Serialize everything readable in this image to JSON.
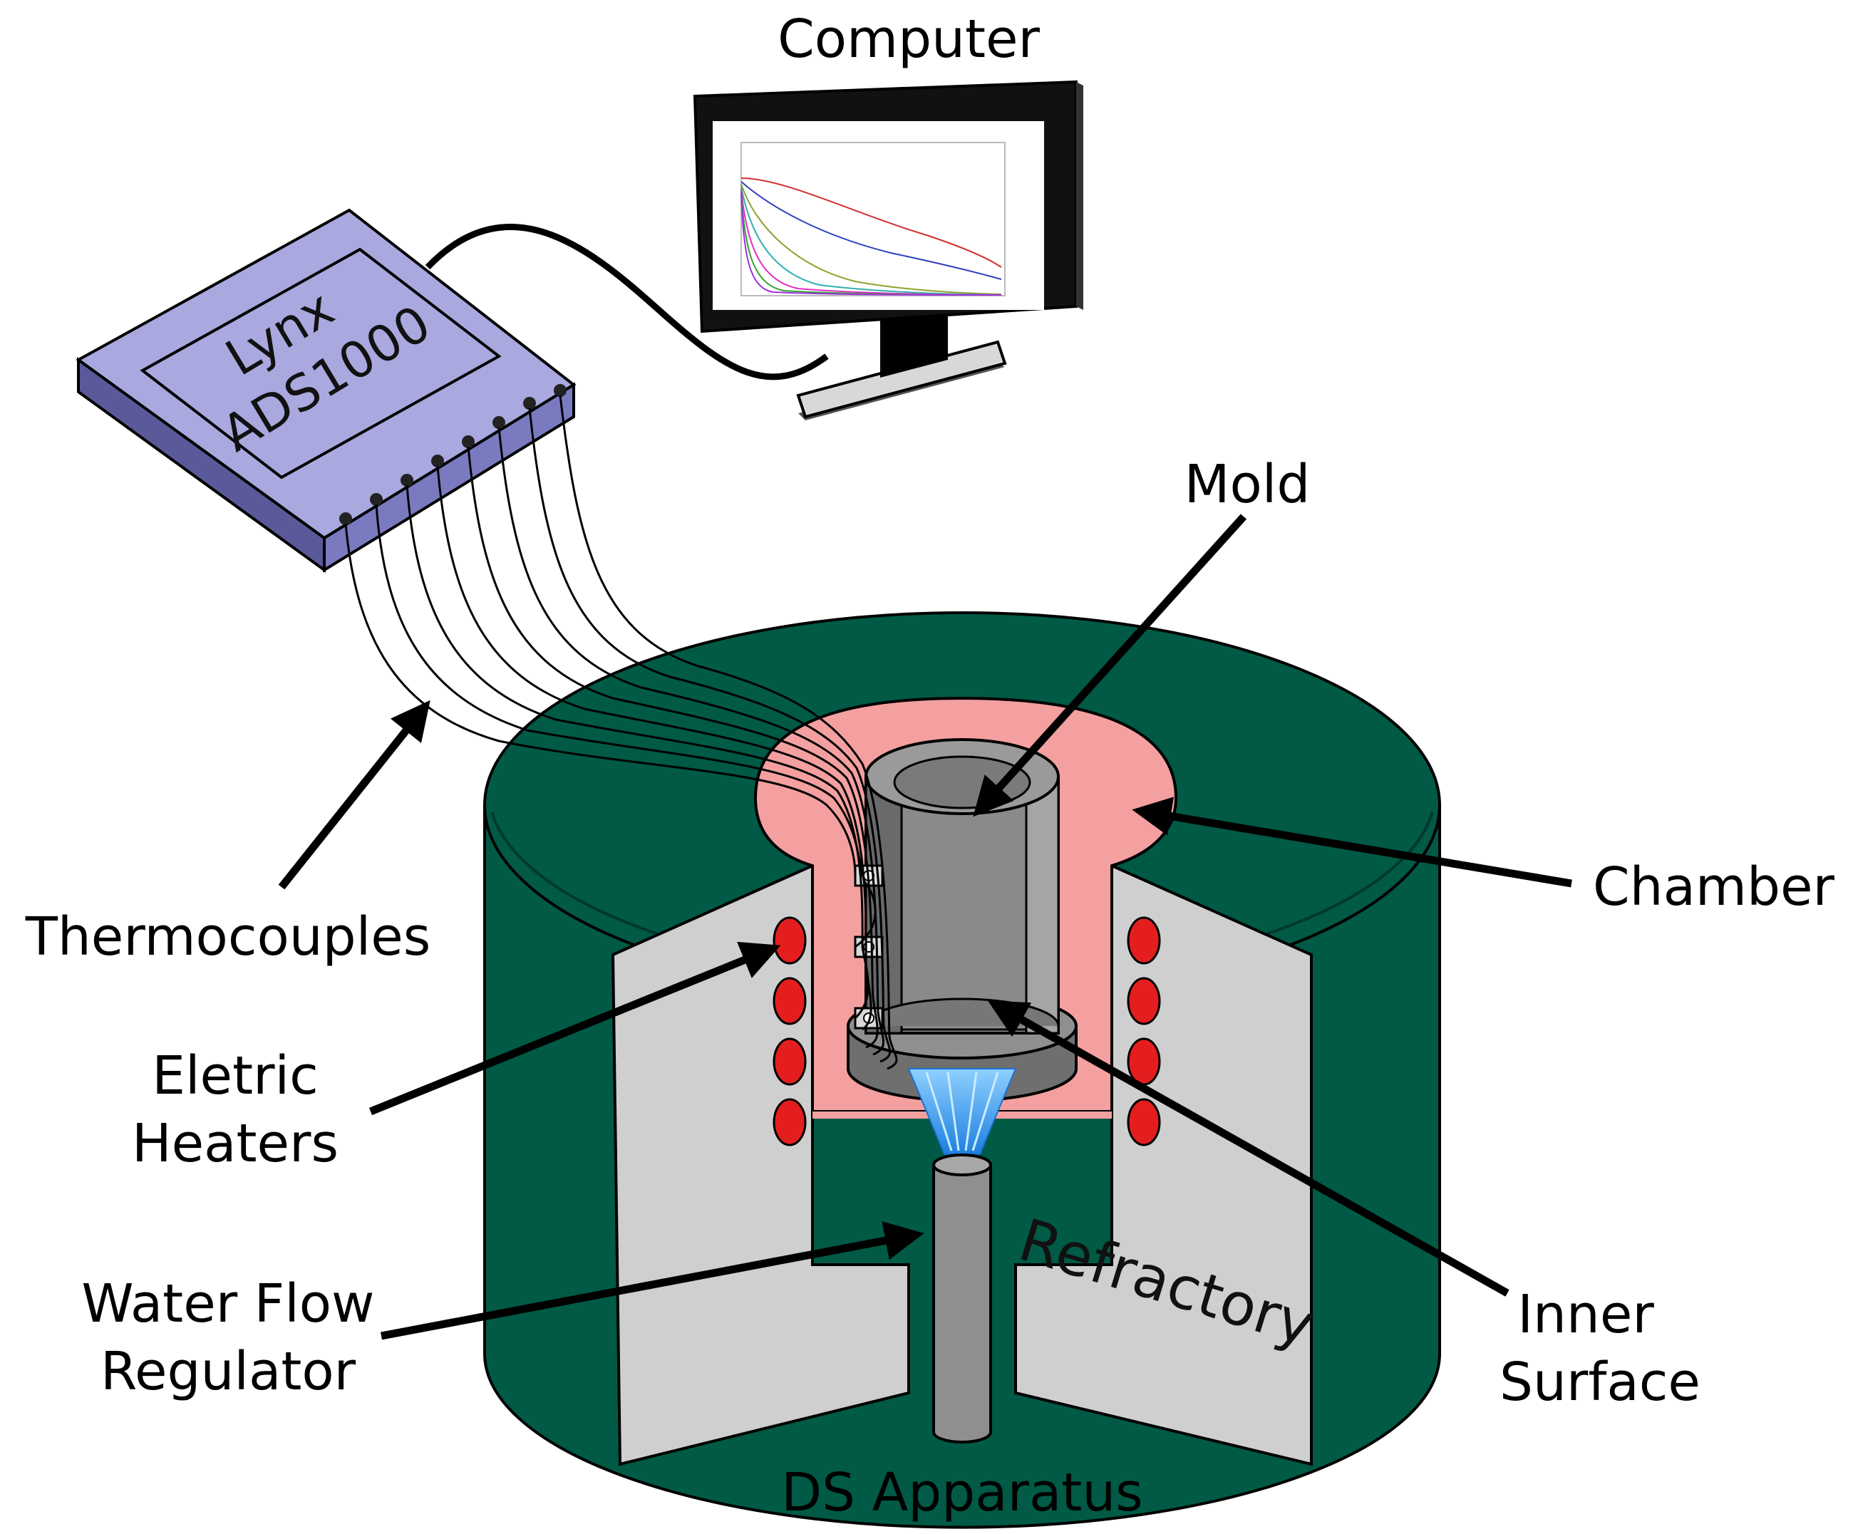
{
  "labels": {
    "computer": "Computer",
    "mold": "Mold",
    "chamber": "Chamber",
    "thermocouples": "Thermocouples",
    "heaters_line1": "Eletric",
    "heaters_line2": "Heaters",
    "water_line1": "Water Flow",
    "water_line2": "Regulator",
    "inner_line1": "Inner",
    "inner_line2": "Surface",
    "refractory": "Refractory",
    "apparatus": "DS Apparatus"
  },
  "device": {
    "line1": "Lynx",
    "line2": "ADS1000"
  },
  "colors": {
    "furnace_green": "#005a45",
    "refractory_grey": "#cfcfcf",
    "chamber_pink": "#f4a0a0",
    "heater_red": "#e41e1e",
    "device_lavender": "#a9a9e0",
    "mold_grey": "#8f8f8f",
    "water_blue": "#3aa0ff"
  },
  "icons": {
    "monitor": "computer-monitor-icon",
    "daq": "data-acquisition-box-icon"
  }
}
